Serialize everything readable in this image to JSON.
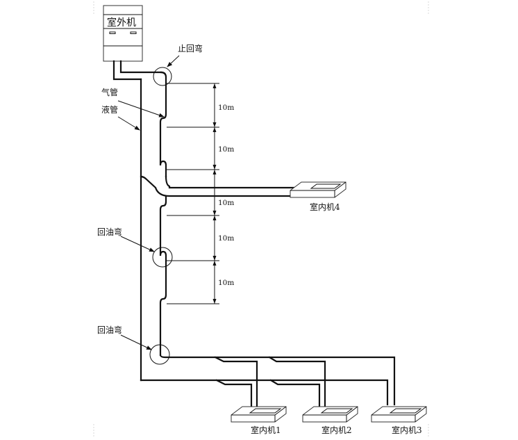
{
  "labels": {
    "outdoor_unit": "室外机",
    "check_bend": "止回弯",
    "gas_pipe": "气管",
    "liquid_pipe": "液管",
    "oil_trap_upper": "回油弯",
    "oil_trap_lower": "回油弯",
    "indoor_unit_1": "室内机1",
    "indoor_unit_2": "室内机2",
    "indoor_unit_3": "室内机3",
    "indoor_unit_4": "室内机4"
  },
  "dimensions": [
    "10m",
    "10m",
    "10m",
    "10m",
    "10m"
  ],
  "colors": {
    "line": "#111111",
    "background": "#ffffff",
    "unit_fill": "#f3f3f3"
  }
}
